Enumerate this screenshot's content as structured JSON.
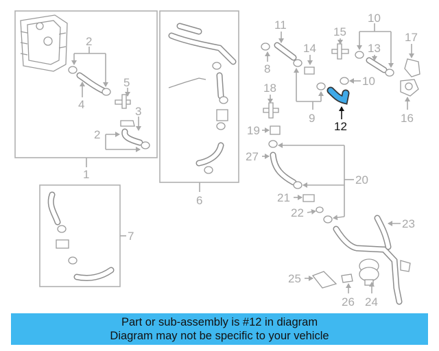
{
  "diagram": {
    "callouts": [
      "1",
      "2",
      "2",
      "3",
      "4",
      "5",
      "6",
      "7",
      "8",
      "9",
      "10",
      "10",
      "11",
      "12",
      "13",
      "14",
      "15",
      "16",
      "17",
      "18",
      "19",
      "20",
      "21",
      "22",
      "23",
      "24",
      "25",
      "26",
      "27"
    ],
    "highlight_part": "12",
    "highlight_color": "#3fa9e8"
  },
  "banner": {
    "line1": "Part or sub-assembly is #12 in diagram",
    "line2": "Diagram may not be specific to your vehicle",
    "background": "#3fb8f0"
  }
}
